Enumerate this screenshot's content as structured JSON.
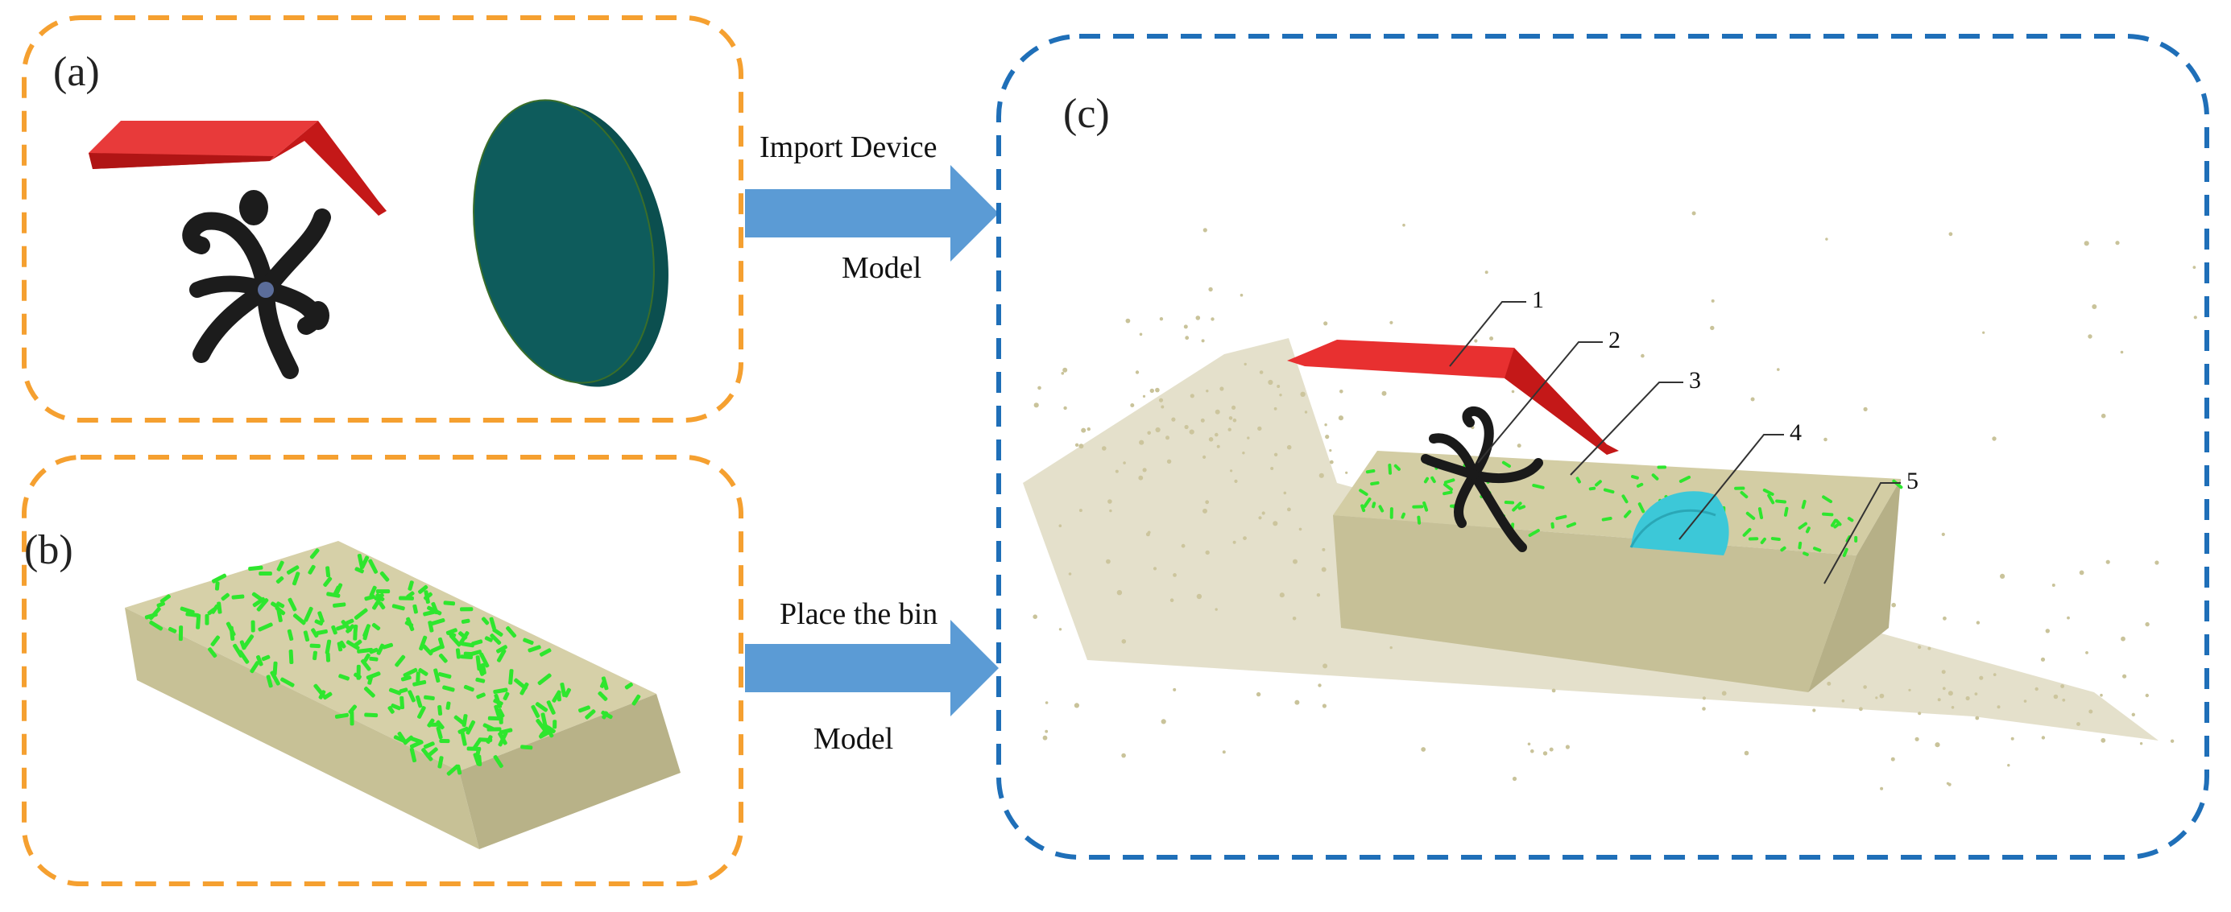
{
  "panels": {
    "a": {
      "label": "(a)"
    },
    "b": {
      "label": "(b)"
    },
    "c": {
      "label": "(c)"
    }
  },
  "flows": [
    {
      "top": "Import Device",
      "bottom": "Model"
    },
    {
      "top": "Place the bin",
      "bottom": "Model"
    }
  ],
  "callouts": [
    "1",
    "2",
    "3",
    "4",
    "5"
  ],
  "colors": {
    "panel_border_ab": "#f5a030",
    "panel_border_c": "#1f6fb8",
    "arrow": "#5b9bd5",
    "soil": "#c9c39a",
    "soil_dark": "#a8a27a",
    "straw": "#2ee62e",
    "cover": "#e02222",
    "blade": "#1a1a1a",
    "disc": "#0d5a5a",
    "disc_c": "#3cc8d8"
  },
  "icons": [
    "red-cover-icon",
    "rotary-blade-icon",
    "disc-icon",
    "soil-bin-icon",
    "arrow-icon"
  ]
}
